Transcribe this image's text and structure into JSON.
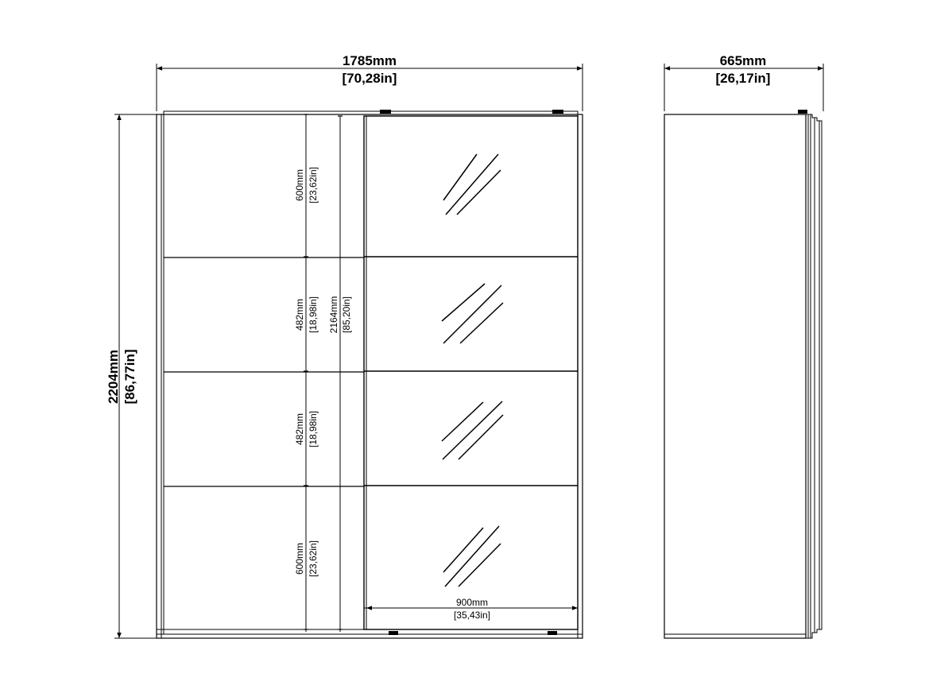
{
  "front_view": {
    "overall_width": {
      "mm": "1785mm",
      "in": "70,28in"
    },
    "overall_height": {
      "mm": "2204mm",
      "in": "86,77in"
    },
    "inner_height": {
      "mm": "2164mm",
      "in": "85,20in"
    },
    "section_heights": [
      {
        "mm": "600mm",
        "in": "23,62in"
      },
      {
        "mm": "482mm",
        "in": "18,98in"
      },
      {
        "mm": "482mm",
        "in": "18,98in"
      },
      {
        "mm": "600mm",
        "in": "23,62in"
      }
    ],
    "door_width": {
      "mm": "900mm",
      "in": "35,43in"
    }
  },
  "side_view": {
    "depth": {
      "mm": "665mm",
      "in": "26,17in"
    }
  }
}
